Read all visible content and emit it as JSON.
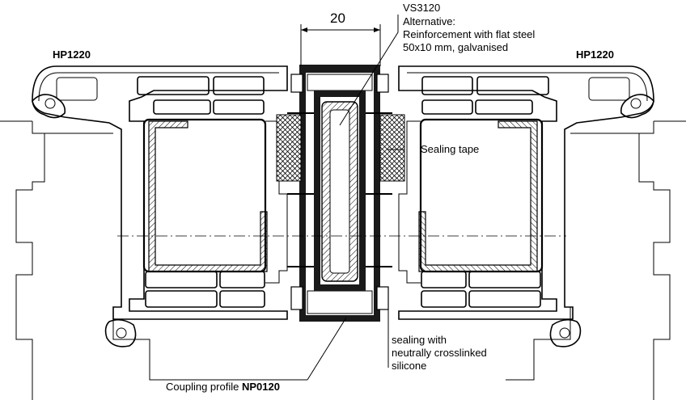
{
  "labels": {
    "dimension": "20",
    "vs_code": "VS3120",
    "alt_line1": "Alternative:",
    "alt_line2": "Reinforcement with flat steel",
    "alt_line3": "50x10 mm, galvanised",
    "profile_left": "HP1220",
    "profile_right": "HP1220",
    "sealing_tape": "Sealing tape",
    "silicone_line1": "sealing with",
    "silicone_line2": "neutrally crosslinked",
    "silicone_line3": "silicone",
    "coupling_prefix": "Coupling profile ",
    "coupling_code": "NP0120"
  },
  "colors": {
    "line": "#000000",
    "background": "#ffffff",
    "coupling_fill": "#1a1a1a"
  }
}
